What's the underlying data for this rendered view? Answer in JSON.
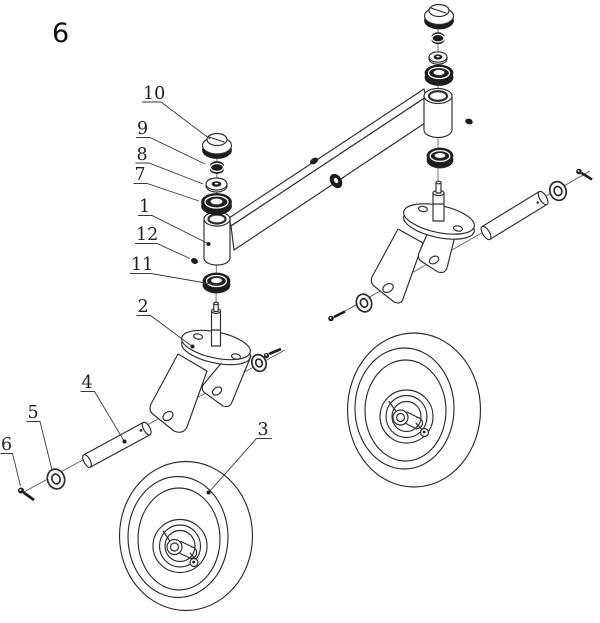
{
  "figure": {
    "number": "6"
  },
  "callouts": [
    {
      "part": "10"
    },
    {
      "part": "9"
    },
    {
      "part": "8"
    },
    {
      "part": "7"
    },
    {
      "part": "1"
    },
    {
      "part": "12"
    },
    {
      "part": "11"
    },
    {
      "part": "2"
    },
    {
      "part": "4"
    },
    {
      "part": "5"
    },
    {
      "part": "6"
    },
    {
      "part": "3"
    }
  ],
  "colors": {
    "line": "#2d2d2d",
    "dark_fill": "#1d1d1d",
    "background": "#ffffff"
  }
}
